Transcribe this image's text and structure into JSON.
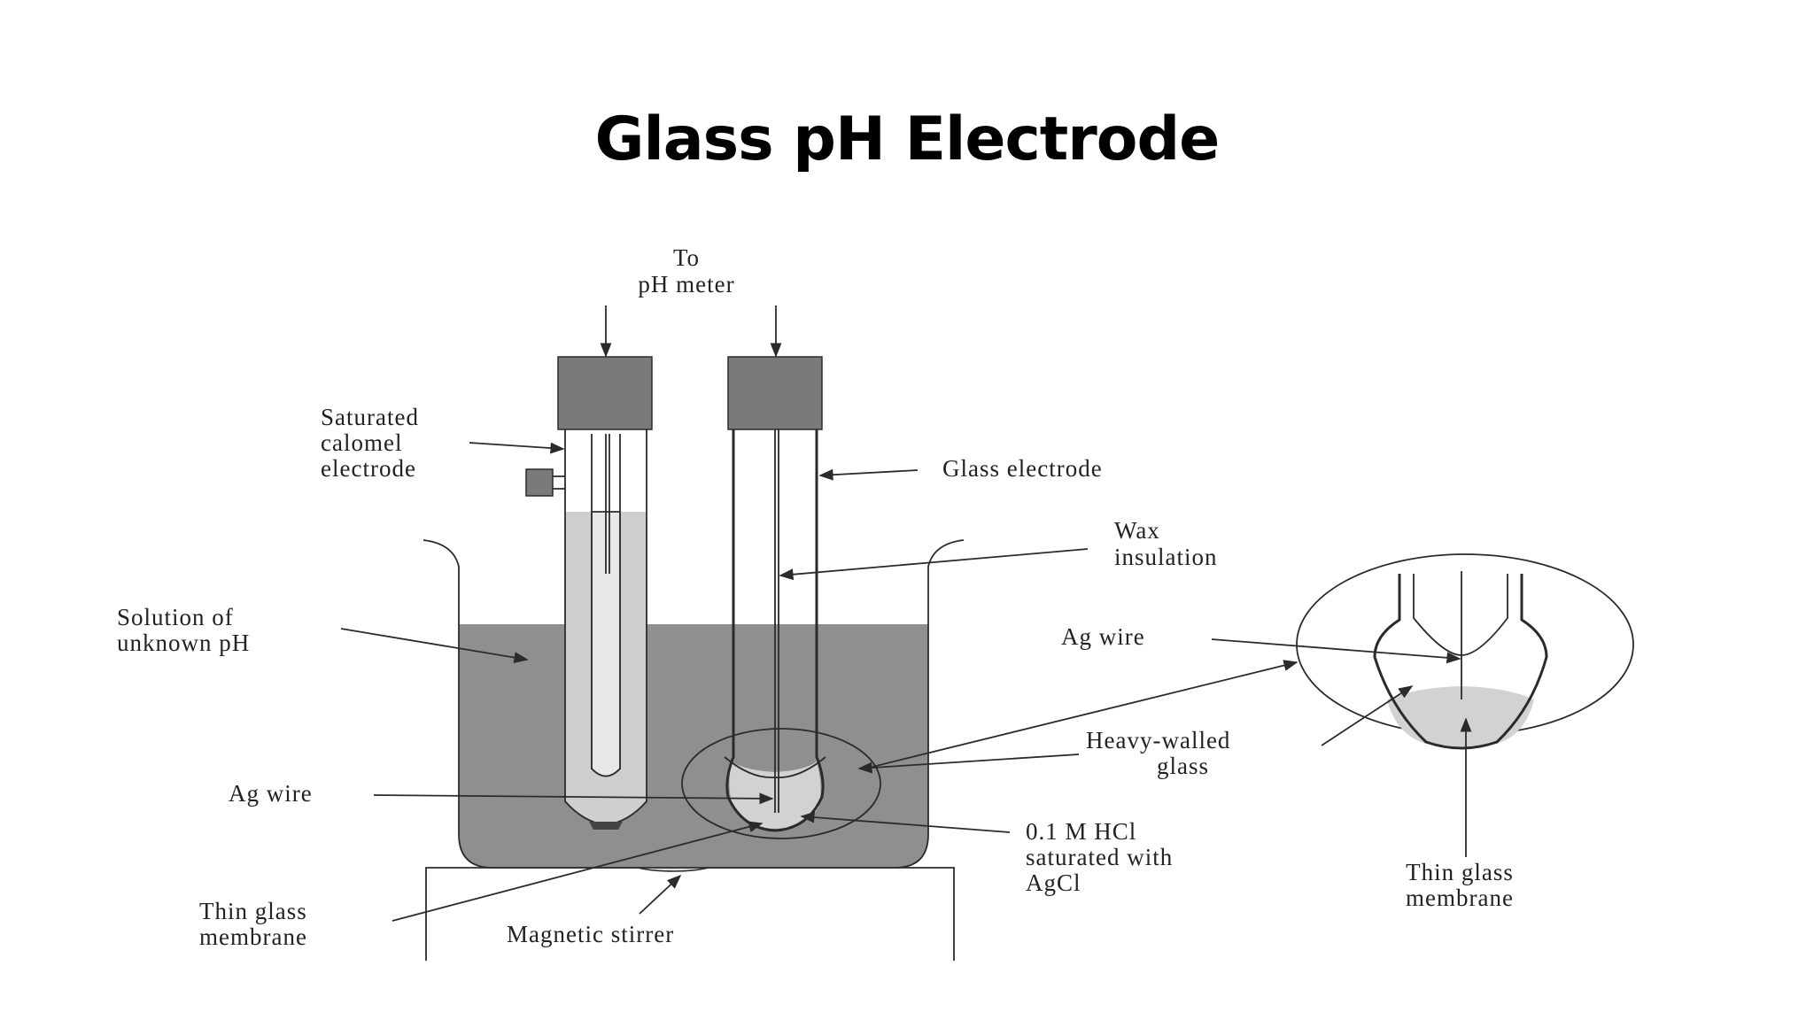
{
  "title": "Glass pH Electrode",
  "labels": {
    "to_ph_meter_1": "To",
    "to_ph_meter_2": "pH meter",
    "calomel_1": "Saturated",
    "calomel_2": "calomel",
    "calomel_3": "electrode",
    "glass_electrode": "Glass electrode",
    "wax_1": "Wax",
    "wax_2": "insulation",
    "solution_1": "Solution of",
    "solution_2": "unknown pH",
    "ag_wire_left": "Ag wire",
    "ag_wire_right": "Ag wire",
    "heavy_1": "Heavy-walled",
    "heavy_2": "glass",
    "hcl_1": "0.1 M HCl",
    "hcl_2": "saturated with",
    "hcl_3": "AgCl",
    "thin_left_1": "Thin glass",
    "thin_left_2": "membrane",
    "thin_right_1": "Thin glass",
    "thin_right_2": "membrane",
    "stirrer": "Magnetic stirrer"
  },
  "colors": {
    "solution": "#8f8f8f",
    "caps": "#7a7a7a",
    "calomel_fill": "#cfcfcf",
    "hcl_fill": "#d2d2d2",
    "stirrer_bar": "#dedede",
    "line": "#2b2b2b"
  }
}
